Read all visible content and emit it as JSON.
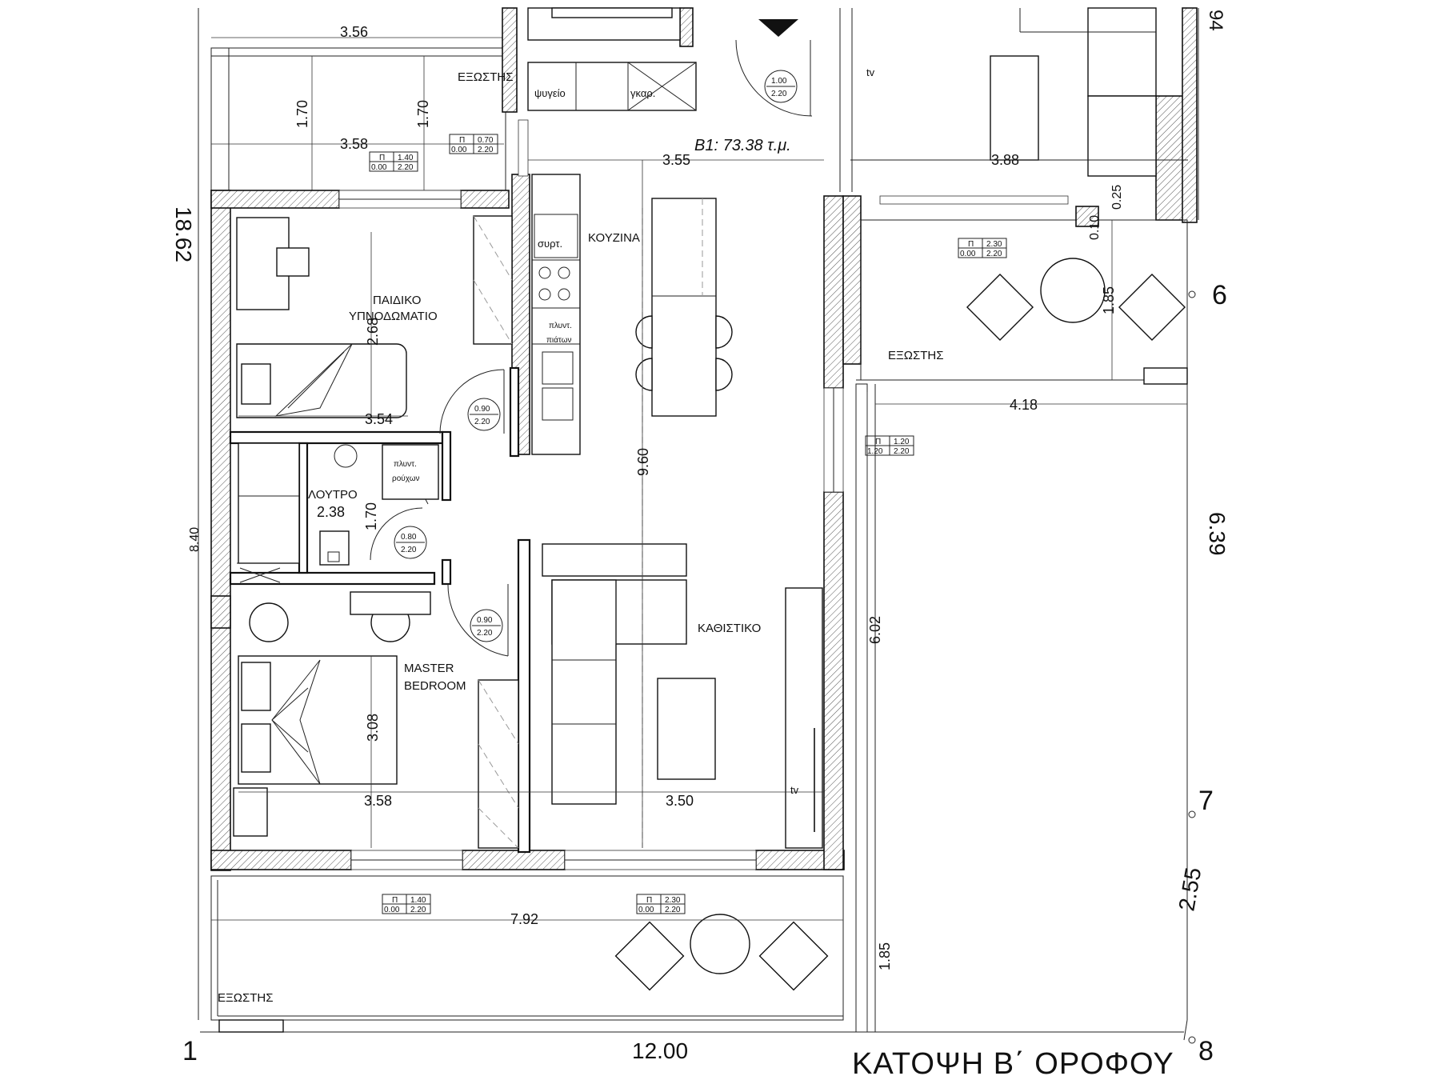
{
  "plan": {
    "title": "ΚΑΤΟΨΗ Β΄ ΟΡΟΦΟΥ",
    "area_label": "B1: 73.38 τ.μ."
  },
  "rooms": {
    "balcony_top_left": "ΕΞΩΣΤΗΣ",
    "kids_bedroom_line1": "ΠΑΙΔΙΚΟ",
    "kids_bedroom_line2": "ΥΠΝΟΔΩΜΑΤΙΟ",
    "kitchen": "ΚΟΥΖΙΝΑ",
    "bathroom": "ΛΟΥΤΡΟ",
    "master_line1": "MASTER",
    "master_line2": "BEDROOM",
    "living": "ΚΑΘΙΣΤΙΚΟ",
    "balcony_right": "ΕΞΩΣΤΗΣ",
    "balcony_bottom": "ΕΞΩΣΤΗΣ"
  },
  "fixtures": {
    "fridge": "ψυγείο",
    "gkar": "γκαρ.",
    "drawers": "συρτ.",
    "dishwasher_1": "πλυντ.",
    "dishwasher_2": "πιάτων",
    "washer_1": "πλυντ.",
    "washer_2": "ρούχων",
    "tv_top": "tv",
    "tv_bottom": "tv"
  },
  "dimensions": {
    "top_3_56": "3.56",
    "balc_1_70_a": "1.70",
    "balc_1_70_b": "1.70",
    "balc_3_58": "3.58",
    "kitchen_3_55": "3.55",
    "top_3_88": "3.88",
    "overall_18_62": "18.62",
    "kids_2_68": "2.68",
    "kids_3_54": "3.54",
    "hall_9_60": "9.60",
    "right_1_85": "1.85",
    "right_4_18": "4.18",
    "right_6_39": "6.39",
    "right_0_10": "0.10",
    "right_0_25": "0.25",
    "bath_2_38": "2.38",
    "bath_1_70": "1.70",
    "left_8_40": "8.40",
    "terrace_6_02": "6.02",
    "master_3_08": "3.08",
    "master_3_58": "3.58",
    "living_3_50": "3.50",
    "bottom_7_92": "7.92",
    "bottom_1_85": "1.85",
    "bottom_2_55": "2.55",
    "bottom_12_00": "12.00",
    "top_right_94": "94"
  },
  "axes": {
    "a1": "1",
    "a6": "6",
    "a7": "7",
    "a8": "8"
  },
  "doors": {
    "entry_w": "1.00",
    "entry_h": "2.20",
    "kids_w": "0.90",
    "kids_h": "2.20",
    "bath_w": "0.80",
    "bath_h": "2.20",
    "master_w": "0.90",
    "master_h": "2.20"
  },
  "windows": {
    "w1_top_left": "Π",
    "w1_top_right": "0.70",
    "w1_bot_left": "0.00",
    "w1_bot_right": "2.20",
    "w2_top_left": "Π",
    "w2_top_right": "1.40",
    "w2_bot_left": "0.00",
    "w2_bot_right": "2.20",
    "w3_top_left": "Π",
    "w3_top_right": "2.30",
    "w3_bot_left": "0.00",
    "w3_bot_right": "2.20",
    "w4_top_left": "Π",
    "w4_top_right": "1.20",
    "w4_bot_left": "1.20",
    "w4_bot_right": "2.20",
    "w5_top_left": "Π",
    "w5_top_right": "1.40",
    "w5_bot_left": "0.00",
    "w5_bot_right": "2.20",
    "w6_top_left": "Π",
    "w6_top_right": "2.30",
    "w6_bot_left": "0.00",
    "w6_bot_right": "2.20"
  }
}
